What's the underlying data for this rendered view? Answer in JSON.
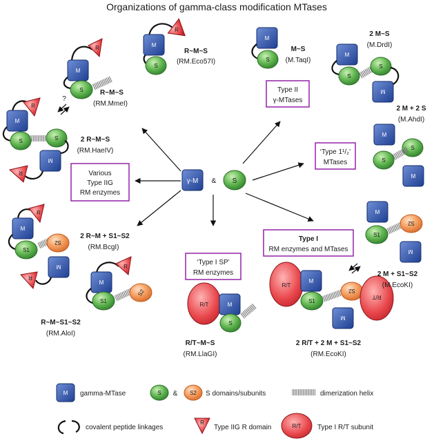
{
  "title": "Organizations of gamma-class modification MTases",
  "center": {
    "gm_label": "γ-M",
    "amp": "&",
    "s_label": "S"
  },
  "shape_letters": {
    "M": "M",
    "S": "S",
    "S1": "S1",
    "S2": "S2",
    "R": "R",
    "RT": "R/T"
  },
  "groups": [
    {
      "id": "various",
      "box_lines": [
        "Various",
        "Type IIG",
        "RM enzymes"
      ]
    },
    {
      "id": "typeII",
      "box_lines": [
        "Type II",
        "γ-MTases"
      ]
    },
    {
      "id": "type1half",
      "box_lines": [
        "‘Type 1¹/₂’",
        "MTases"
      ]
    },
    {
      "id": "typeISP",
      "box_lines": [
        "‘Type I SP’",
        "RM enzymes"
      ]
    },
    {
      "id": "typeI",
      "box_lines": [
        "Type I",
        "RM enzymes and MTases"
      ]
    }
  ],
  "enzymes": [
    {
      "id": "eco57i",
      "formula": "R~M~S",
      "name": "(RM.Eco57I)"
    },
    {
      "id": "mmei",
      "formula": "R~M~S",
      "name": "(RM.MmeI)"
    },
    {
      "id": "haeiv",
      "formula": "2 R~M~S",
      "name": "(RM.HaeIV)"
    },
    {
      "id": "bcgi",
      "formula": "2 R~M + S1~S2",
      "name": "(RM.BcgI)"
    },
    {
      "id": "aloi",
      "formula": "R~M~S1~S2",
      "name": "(RM.AloI)"
    },
    {
      "id": "llagi",
      "formula": "R/T~M~S",
      "name": "(RM.LlaGI)"
    },
    {
      "id": "ecoki_rm",
      "formula": "2 R/T + 2 M + S1~S2",
      "name": "(RM.EcoKI)"
    },
    {
      "id": "ecoki_m",
      "formula": "2 M + S1~S2",
      "name": "(M.EcoKI)"
    },
    {
      "id": "ahdi",
      "formula": "2 M + 2 S",
      "name": "(M.AhdI)"
    },
    {
      "id": "drdi",
      "formula": "2 M~S",
      "name": "(M.DrdI)"
    },
    {
      "id": "taqi",
      "formula": "M~S",
      "name": "(M.TaqI)"
    }
  ],
  "question_mark": "?",
  "legend": {
    "gamma_mtase": "gamma-MTase",
    "amp": "&",
    "s_domains": "S domains/subunits",
    "dimerization": "dimerization helix",
    "linkages": "covalent peptide linkages",
    "r_domain": "Type IIG R domain",
    "rt_subunit": "Type I R/T subunit"
  },
  "colors": {
    "m_blue": "#2b4fa6",
    "s_green": "#4fa84b",
    "s2_orange": "#f08a4b",
    "r_red": "#e0343a",
    "box_purple": "#9b2fae"
  }
}
